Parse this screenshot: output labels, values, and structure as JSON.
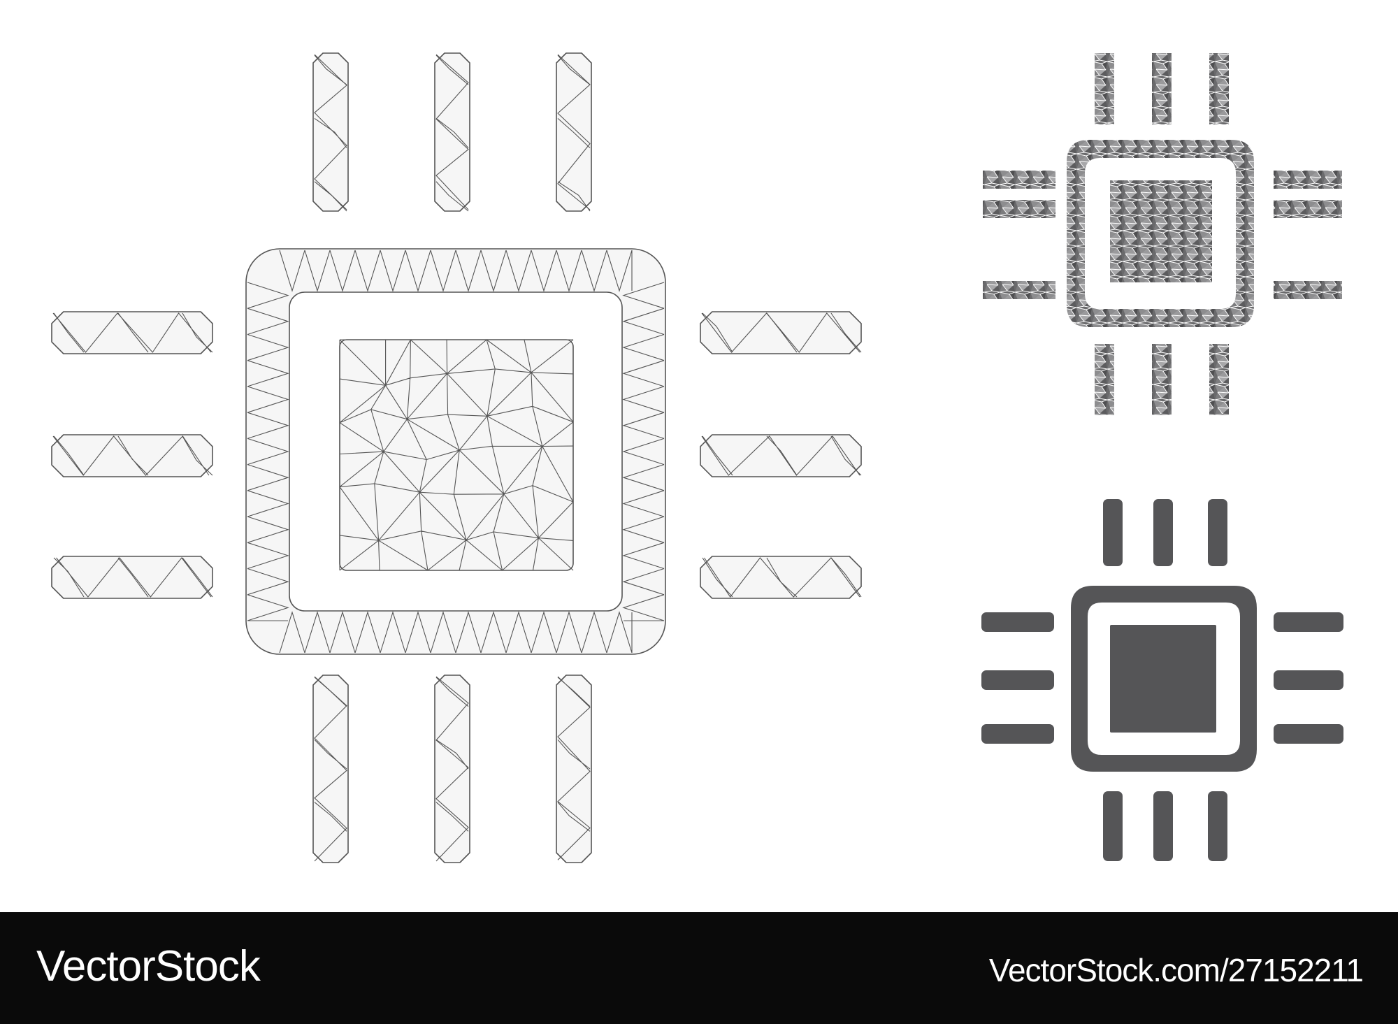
{
  "footer": {
    "brand": "VectorStock",
    "url": "VectorStock.com/27152211"
  },
  "icons": [
    {
      "name": "cpu-mesh-icon",
      "style": "wireframe-mesh"
    },
    {
      "name": "cpu-mosaic-icon",
      "style": "triangle-mosaic"
    },
    {
      "name": "cpu-solid-icon",
      "style": "solid"
    }
  ],
  "colors": {
    "icon_fill": "#555557",
    "mesh_stroke": "#555555",
    "footer_bg": "#0a0a0a",
    "footer_text": "#ffffff"
  }
}
